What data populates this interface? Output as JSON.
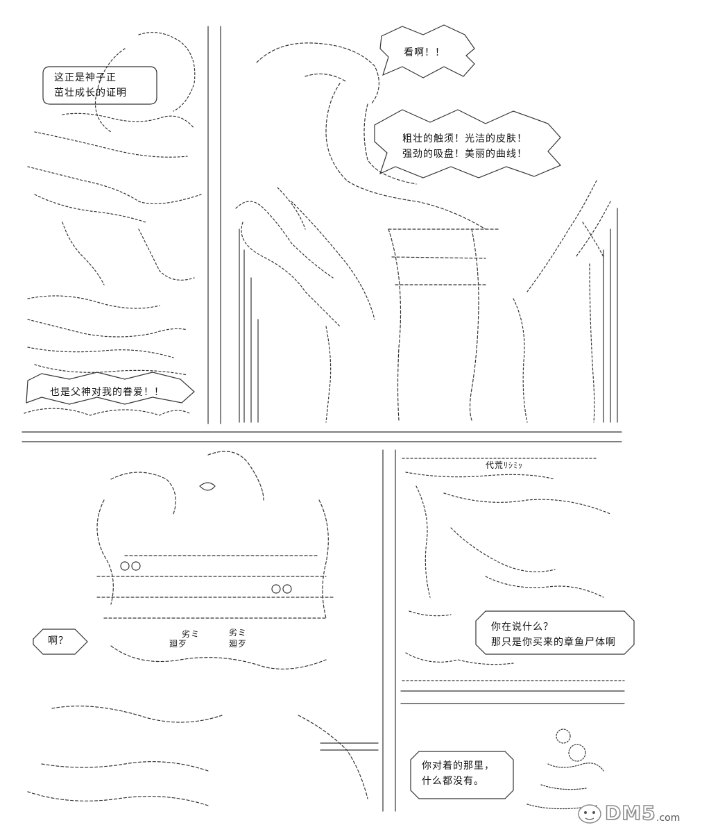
{
  "panels": {
    "top_left": {
      "bubble_1": [
        "这正是神子正",
        "茁壮成长的证明"
      ],
      "bubble_2": "也是父神对我的眷爱！！"
    },
    "top_right": {
      "bubble_1": "看啊！！",
      "bubble_2": [
        "粗壮的触须！光洁的皮肤！",
        "强劲的吸盘！美丽的曲线！"
      ]
    },
    "bottom_left": {
      "bubble_1": "啊？",
      "ascii_labels": [
        "劣ミ",
        "廻歹",
        "劣ミ",
        "廻歹"
      ]
    },
    "bottom_right": {
      "bubble_1": [
        "你在说什么？",
        "那只是你买来的章鱼尸体啊"
      ],
      "bubble_2": [
        "你对着的那里，",
        "什么都没有。"
      ],
      "ascii_label": "代荒ﾘｼﾐｯ"
    }
  },
  "watermark": {
    "text": "DM5",
    "sub": ".com"
  },
  "colors": {
    "ink": "#222222",
    "paper": "#ffffff",
    "watermark_stroke": "#8a8a8a"
  }
}
